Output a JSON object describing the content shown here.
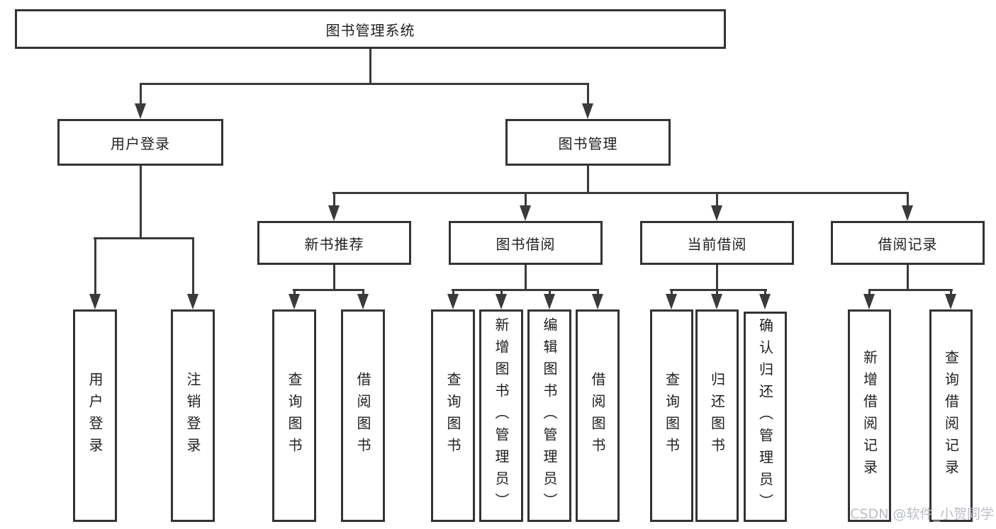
{
  "colors": {
    "line": "#3a3a3a",
    "box_border": "#333333",
    "box_fill": "#ffffff",
    "ink": "#1f1f1f",
    "watermark": "#b9bdc3"
  },
  "tree": {
    "root": {
      "label": "图书管理系统"
    },
    "user_login": {
      "label": "用户登录",
      "children": [
        {
          "label": "用户登录"
        },
        {
          "label": "注销登录"
        }
      ]
    },
    "book_mgmt": {
      "label": "图书管理",
      "children": [
        {
          "label": "新书推荐",
          "children": [
            {
              "label": "查询图书"
            },
            {
              "label": "借阅图书"
            }
          ]
        },
        {
          "label": "图书借阅",
          "children": [
            {
              "label": "查询图书"
            },
            {
              "label": "新增图书（管理员）"
            },
            {
              "label": "编辑图书（管理员）"
            },
            {
              "label": "借阅图书"
            }
          ]
        },
        {
          "label": "当前借阅",
          "children": [
            {
              "label": "查询图书"
            },
            {
              "label": "归还图书"
            },
            {
              "label": "确认归还（管理员）"
            }
          ]
        },
        {
          "label": "借阅记录",
          "children": [
            {
              "label": "新增借阅记录"
            },
            {
              "label": "查询借阅记录"
            }
          ]
        }
      ]
    }
  },
  "watermark": {
    "text": "CSDN @软件_小贺同学"
  }
}
